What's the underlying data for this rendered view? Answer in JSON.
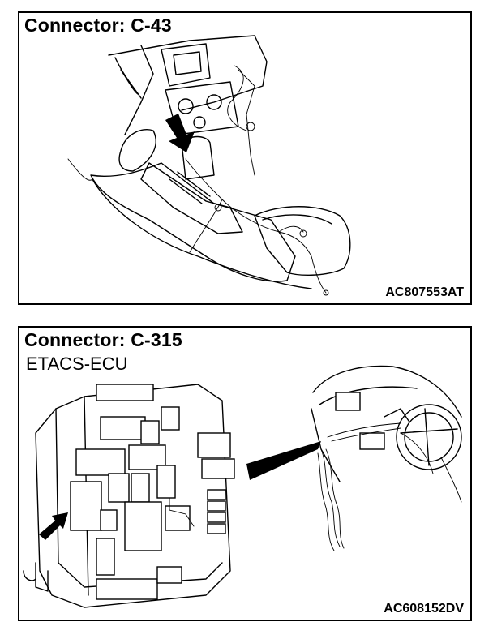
{
  "panels": [
    {
      "title": "Connector: C-43",
      "subtitle": "",
      "code": "AC807553AT"
    },
    {
      "title": "Connector: C-315",
      "subtitle": "ETACS-ECU",
      "code": "AC608152DV"
    }
  ]
}
